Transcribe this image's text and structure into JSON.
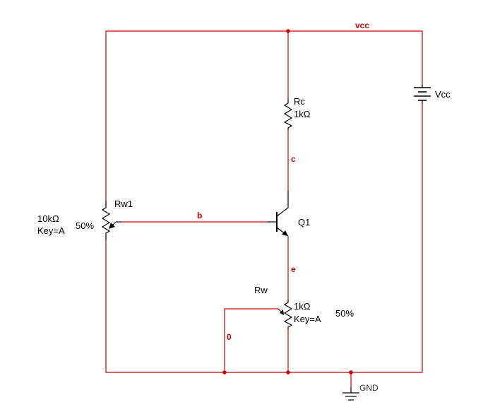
{
  "colors": {
    "wire": "#cc0000",
    "component": "#000000",
    "net_label": "#cc0000",
    "background": "#ffffff"
  },
  "nets": {
    "vcc": "vcc",
    "b": "b",
    "c": "c",
    "e": "e",
    "zero": "0"
  },
  "components": {
    "rc": {
      "name": "Rc",
      "value": "1kΩ"
    },
    "rw1": {
      "name": "Rw1",
      "value": "10kΩ",
      "key": "Key=A",
      "setting": "50%"
    },
    "rw": {
      "name": "Rw",
      "value": "1kΩ",
      "key": "Key=A",
      "setting": "50%"
    },
    "q1": {
      "name": "Q1"
    },
    "vcc_source": {
      "name": "Vcc"
    },
    "gnd": {
      "name": "GND"
    }
  }
}
